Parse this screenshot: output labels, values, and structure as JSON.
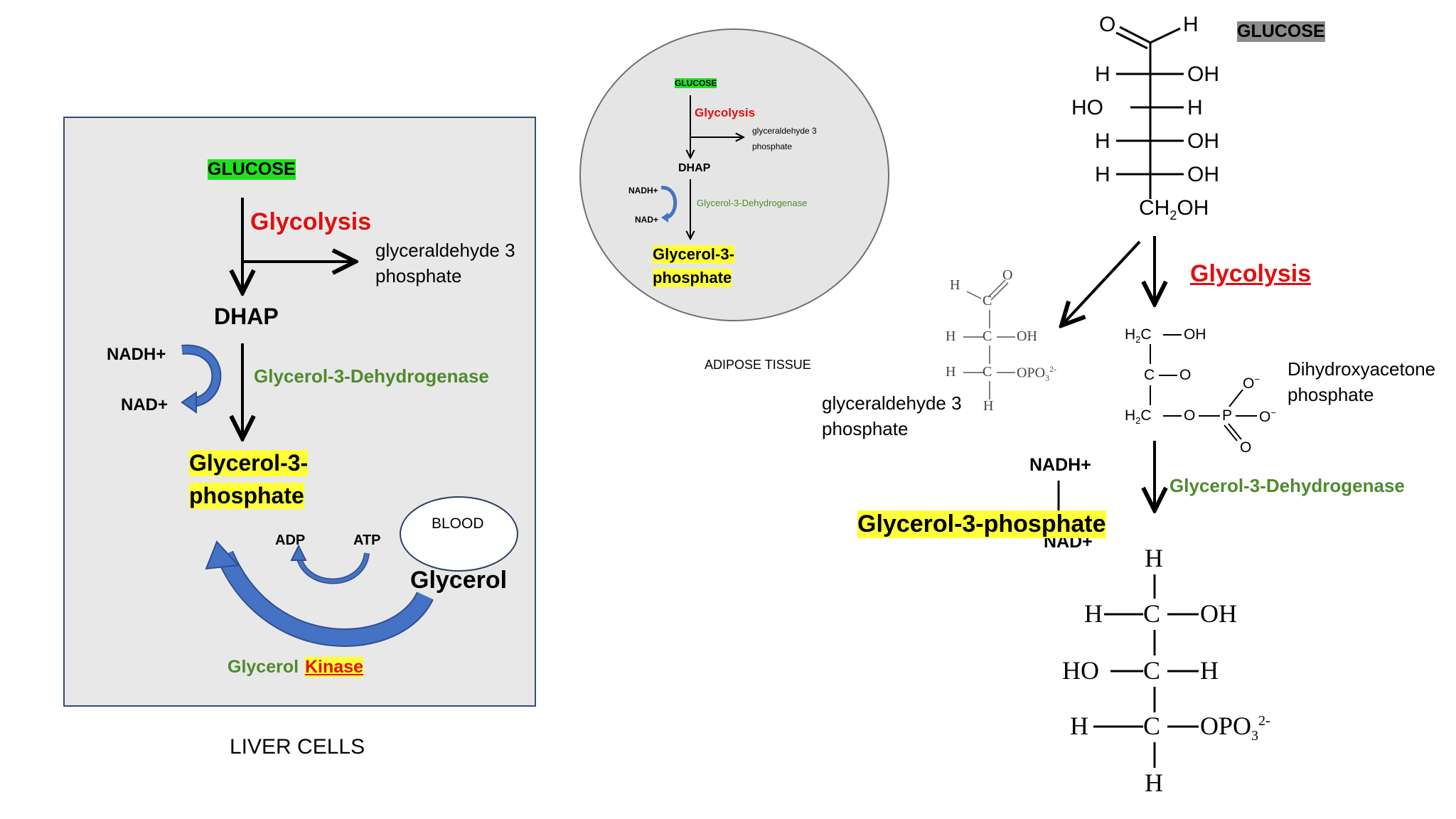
{
  "colors": {
    "glucose_highlight": "#22e01f",
    "product_highlight": "#ffff3a",
    "glycolysis_red": "#e01010",
    "enzyme_green": "#4f8a2e",
    "arrow_blue": "#4472c4",
    "panel_gray": "#e8e8e8"
  },
  "liver": {
    "glucose": "GLUCOSE",
    "glycolysis": "Glycolysis",
    "g3p_line1": "glyceraldehyde 3",
    "g3p_line2": "phosphate",
    "dhap": "DHAP",
    "nadh": "NADH+",
    "nad": "NAD+",
    "enzyme": "Glycerol-3-Dehydrogenase",
    "product_line1": "Glycerol-3-",
    "product_line2": "phosphate",
    "blood": "BLOOD",
    "adp": "ADP",
    "atp": "ATP",
    "glycerol": "Glycerol",
    "kinase_prefix": "Glycerol",
    "kinase_word": "Kinase",
    "caption": "LIVER CELLS"
  },
  "adipose": {
    "glucose": "GLUCOSE",
    "glycolysis": "Glycolysis",
    "g3p_line1": "glyceraldehyde 3",
    "g3p_line2": "phosphate",
    "dhap": "DHAP",
    "nadh": "NADH+",
    "nad": "NAD+",
    "enzyme": "Glycerol-3-Dehydrogenase",
    "product_line1": "Glycerol-3-",
    "product_line2": "phosphate",
    "caption": "ADIPOSE TISSUE"
  },
  "structures": {
    "glucose_label": "GLUCOSE",
    "glucose": {
      "o": "O",
      "h_top": "H",
      "rows": [
        {
          "left": "H",
          "right": "OH"
        },
        {
          "left": "HO",
          "right": "H"
        },
        {
          "left": "H",
          "right": "OH"
        },
        {
          "left": "H",
          "right": "OH"
        }
      ],
      "ch2oh_pre": "CH",
      "ch2oh_sub": "2",
      "ch2oh_post": "OH"
    },
    "glycolysis": "Glycolysis",
    "gap": {
      "h": "H",
      "o": "O",
      "c": "C",
      "oh": "OH",
      "opo3": "OPO",
      "sub3": "3",
      "sup2": "2-",
      "h_bottom": "H",
      "name_line1": "glyceraldehyde 3",
      "name_line2": "phosphate"
    },
    "dhap": {
      "h2c_h": "H",
      "h2c_2": "2",
      "h2c_c": "C",
      "oh": "OH",
      "c": "C",
      "o": "O",
      "p": "P",
      "o_minus": "O",
      "minus": "−",
      "name_line1": "Dihydroxyacetone",
      "name_line2": "phosphate"
    },
    "nadh": "NADH+",
    "nad": "NAD+",
    "enzyme": "Glycerol-3-Dehydrogenase",
    "product": "Glycerol-3-phosphate",
    "g3p": {
      "h_top": "H",
      "rows": [
        {
          "left": "H",
          "right": "OH"
        },
        {
          "left": "HO",
          "right": "H"
        },
        {
          "left": "H",
          "right": "OPO",
          "sub": "3",
          "sup": "2-"
        }
      ],
      "c": "C",
      "h_bottom": "H"
    }
  }
}
